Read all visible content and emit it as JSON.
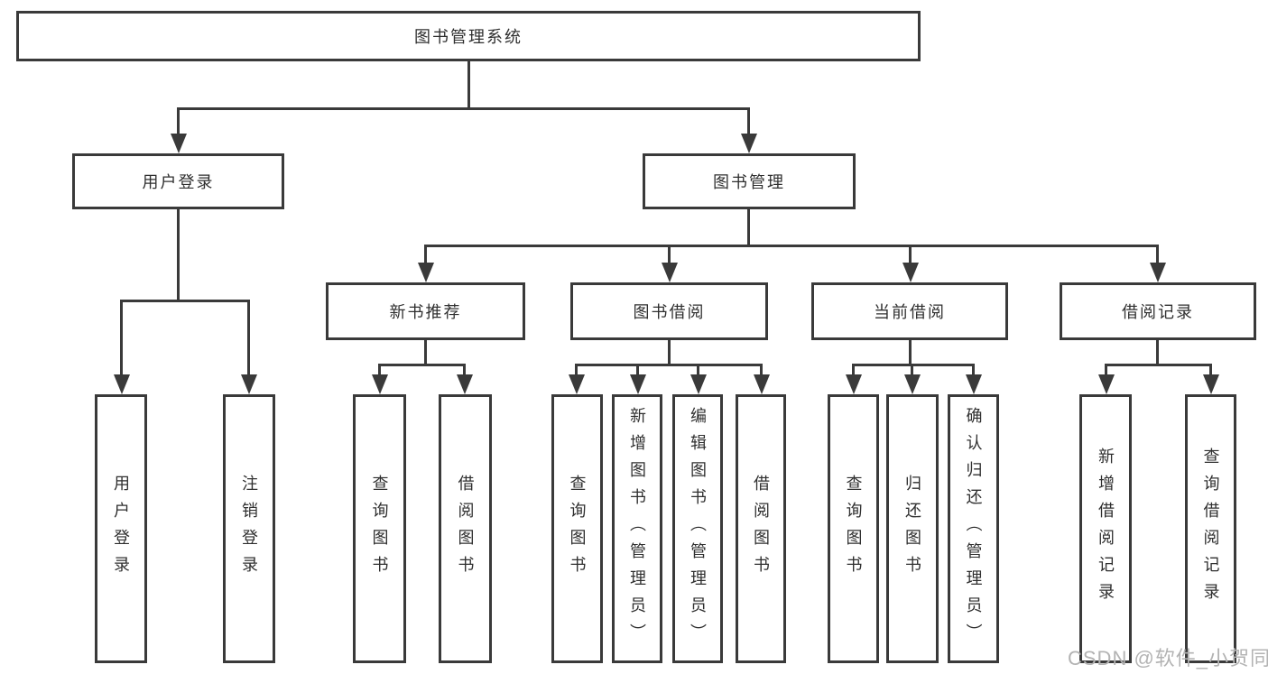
{
  "tree": {
    "root": {
      "label": "图书管理系统"
    },
    "branches": [
      {
        "label": "用户登录",
        "children": [
          {
            "label": "用户登录"
          },
          {
            "label": "注销登录"
          }
        ]
      },
      {
        "label": "图书管理",
        "children": [
          {
            "label": "新书推荐",
            "children": [
              {
                "label": "查询图书"
              },
              {
                "label": "借阅图书"
              }
            ]
          },
          {
            "label": "图书借阅",
            "children": [
              {
                "label": "查询图书"
              },
              {
                "label": "新增图书（管理员）"
              },
              {
                "label": "编辑图书（管理员）"
              },
              {
                "label": "借阅图书"
              }
            ]
          },
          {
            "label": "当前借阅",
            "children": [
              {
                "label": "查询图书"
              },
              {
                "label": "归还图书"
              },
              {
                "label": "确认归还（管理员）"
              }
            ]
          },
          {
            "label": "借阅记录",
            "children": [
              {
                "label": "新增借阅记录"
              },
              {
                "label": "查询借阅记录"
              }
            ]
          }
        ]
      }
    ]
  },
  "watermark": {
    "text": "CSDN @软件_小贺同学"
  },
  "colors": {
    "line": "#3a3a3a",
    "text": "#2f2f2f",
    "watermark": "#b3b3b3",
    "background": "#ffffff"
  }
}
